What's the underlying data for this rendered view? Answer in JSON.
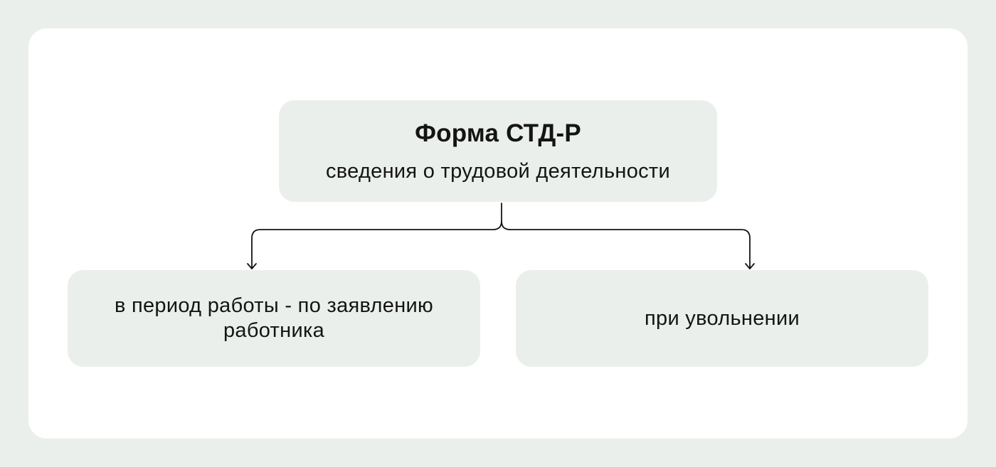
{
  "diagram": {
    "root": {
      "title": "Форма СТД-Р",
      "subtitle": "сведения о трудовой деятельности"
    },
    "branches": [
      {
        "label": "в период работы - по заявлению работника"
      },
      {
        "label": "при увольнении"
      }
    ]
  }
}
